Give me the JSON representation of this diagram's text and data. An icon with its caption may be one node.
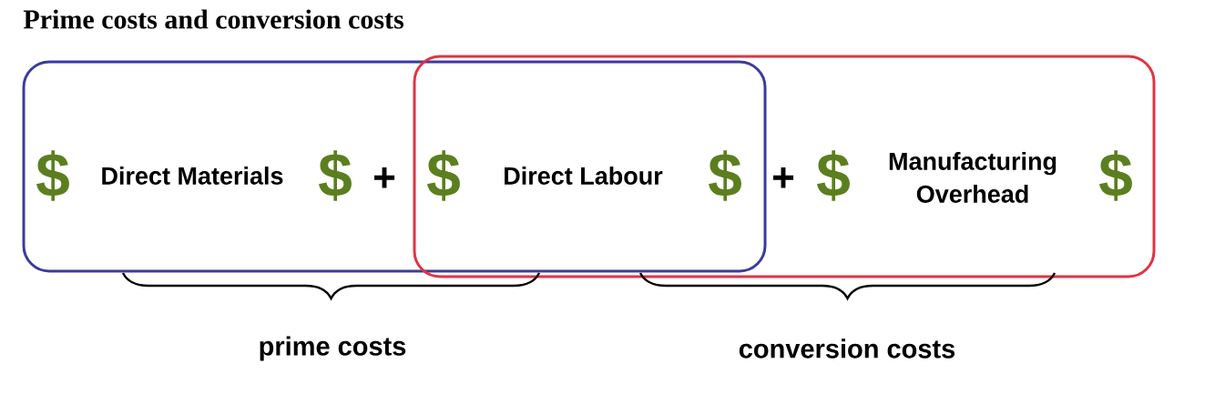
{
  "diagram": {
    "title": "Prime costs and conversion costs",
    "nodes": [
      {
        "text": [],
        "shape": "box"
      },
      {
        "text": [],
        "shape": "box"
      }
    ],
    "labels": [
      "$",
      "Direct Materials",
      "$",
      "+",
      "$",
      "Direct Labour",
      "$",
      "+",
      "$",
      "Manufacturing Overhead",
      "$",
      "prime costs",
      "conversion costs"
    ]
  }
}
